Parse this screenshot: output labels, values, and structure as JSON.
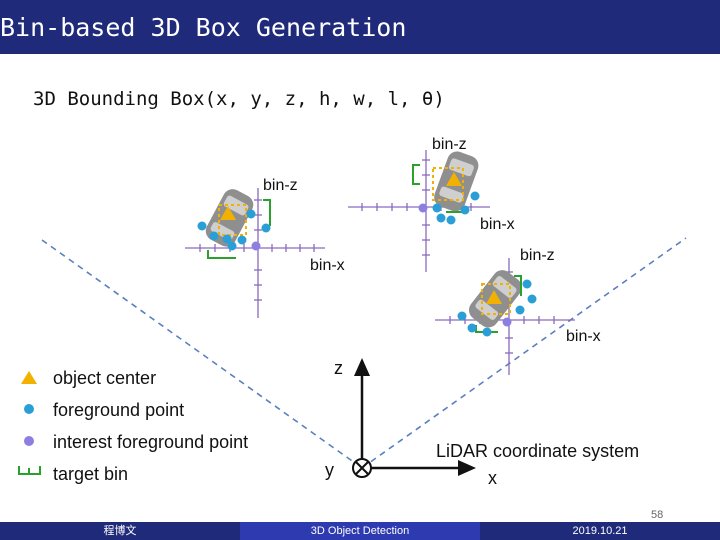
{
  "header": {
    "title": "Bin-based 3D Box Generation"
  },
  "subtitle": "3D Bounding Box(x, y, z, h, w, l, θ)",
  "diagram": {
    "labels": {
      "bin_z": "bin-z",
      "bin_x": "bin-x",
      "axis_z": "z",
      "axis_y": "y",
      "axis_x": "x",
      "system": "LiDAR coordinate system"
    },
    "legend": [
      {
        "label": "object center",
        "icon": "triangle-icon",
        "color": "#f2b100"
      },
      {
        "label": "foreground point",
        "icon": "dot-icon",
        "color": "#2a9fd6"
      },
      {
        "label": "interest foreground point",
        "icon": "dot-icon",
        "color": "#8c7fe0"
      },
      {
        "label": "target bin",
        "icon": "bin-bracket-icon",
        "color": "#2ca02c"
      }
    ],
    "colors": {
      "bin_axis": "#8a6bbd",
      "target_bin": "#2ca02c",
      "dashed": "#5b7fbf",
      "car": "#8f8f8f"
    }
  },
  "footer": {
    "author": "程博文",
    "topic": "3D Object Detection",
    "date": "2019.10.21",
    "page": "58"
  }
}
